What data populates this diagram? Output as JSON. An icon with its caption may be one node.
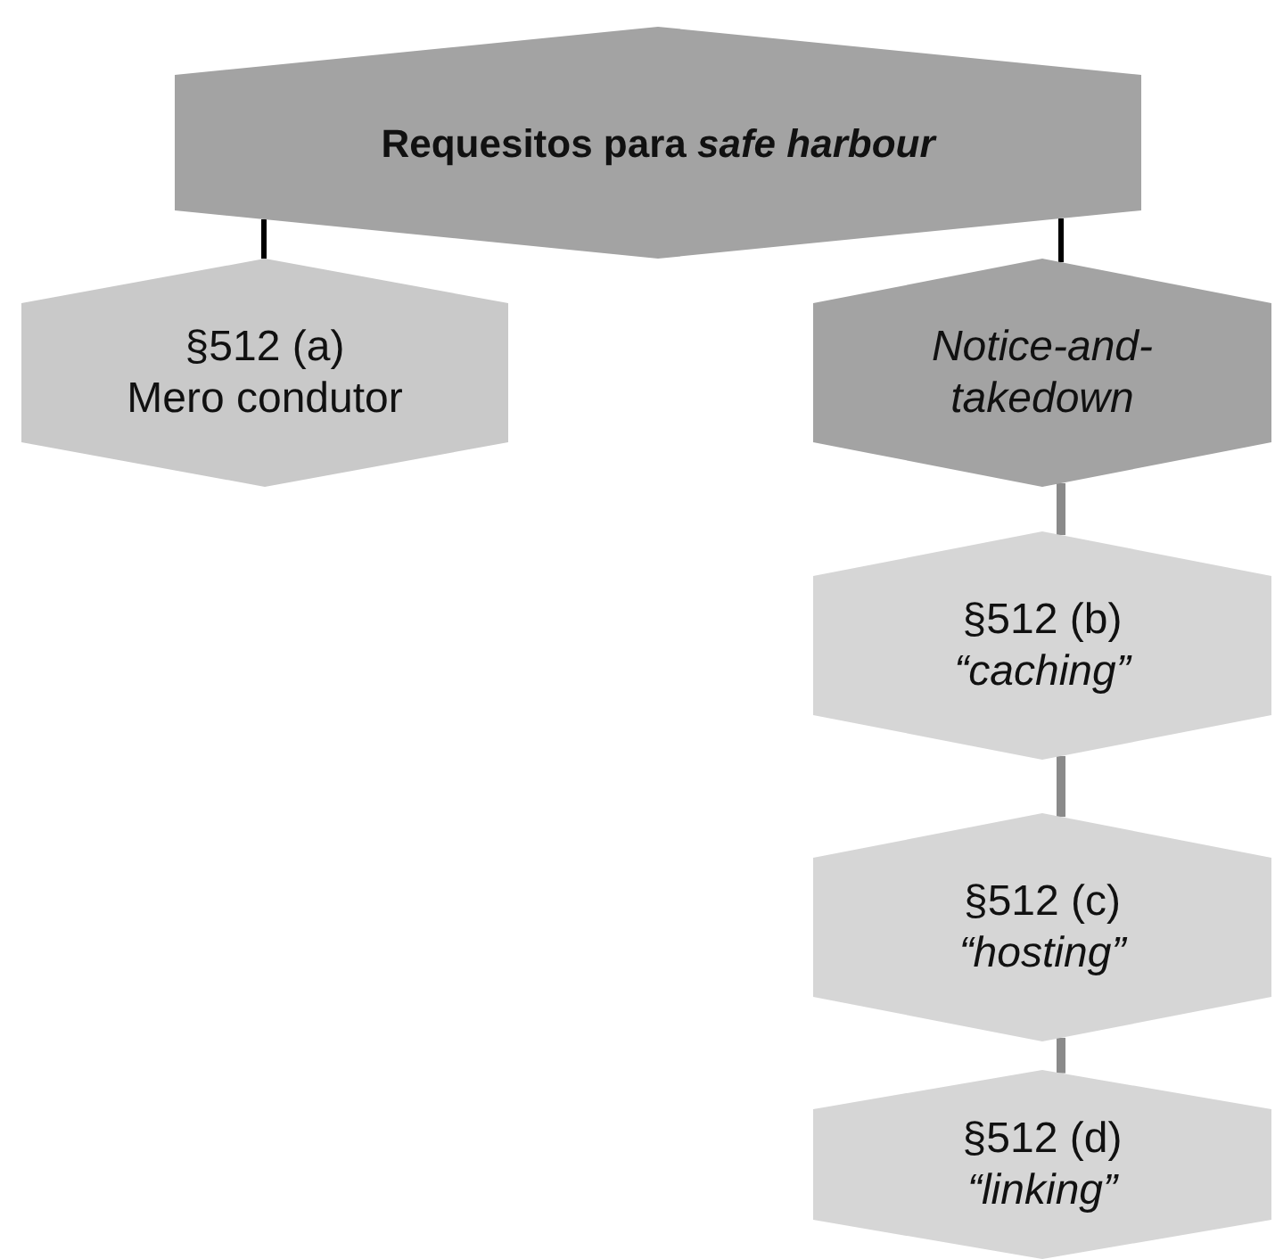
{
  "diagram": {
    "nodes": [
      {
        "text": [
          "Requesitos para *safe harbour*"
        ]
      },
      {
        "text": [
          "§512 (a)",
          "Mero condutor"
        ]
      },
      {
        "text": [
          "Notice-and-takedown"
        ]
      },
      {
        "text": [
          "§512 (b)",
          "“caching”"
        ]
      },
      {
        "text": [
          "§512 (c)",
          "“hosting”"
        ]
      },
      {
        "text": [
          "§512 (d)",
          "“linking”"
        ]
      }
    ],
    "edges": [
      {
        "from": 0,
        "to": 1,
        "arrow": "none",
        "color": "#000000"
      },
      {
        "from": 0,
        "to": 2,
        "arrow": "none",
        "color": "#000000"
      },
      {
        "from": 2,
        "to": 3,
        "arrow": "none"
      },
      {
        "from": 3,
        "to": 4,
        "arrow": "none"
      },
      {
        "from": 4,
        "to": 5,
        "arrow": "none"
      }
    ]
  }
}
